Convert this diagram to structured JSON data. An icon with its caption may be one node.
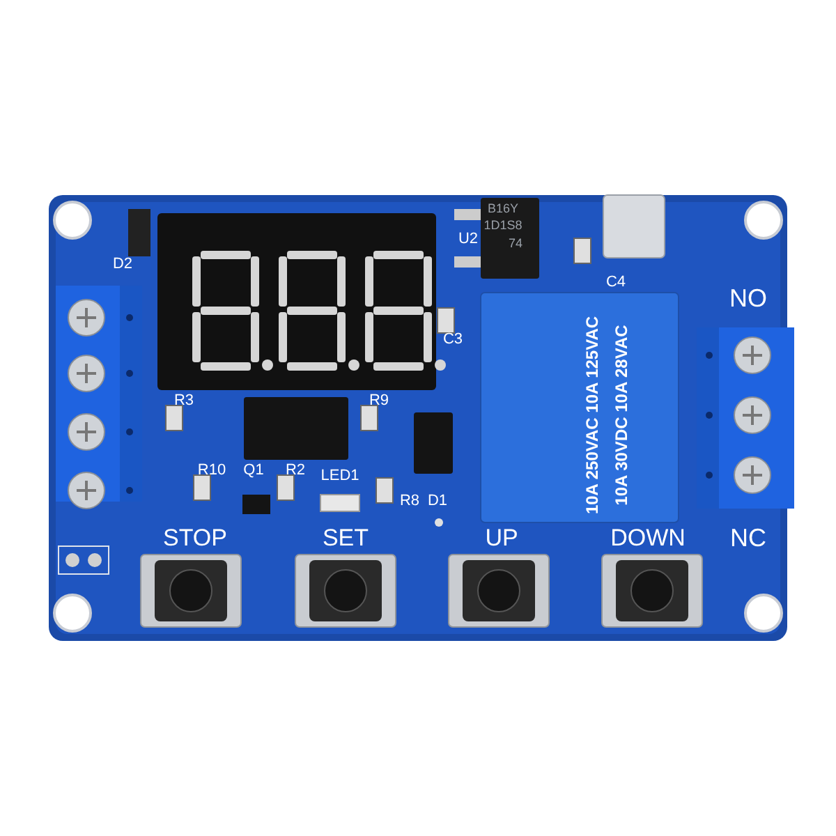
{
  "diagram": {
    "labels": [
      "D2",
      "U2",
      "B16Y",
      "1D1S8",
      "74",
      "C4",
      "C3",
      "NO",
      "R3",
      "R9",
      "10A 250VAC 10A 125VAC",
      "10A 30VDC 10A 28VAC",
      "R10",
      "Q1",
      "R2",
      "LED1",
      "R8",
      "D1",
      "STOP",
      "SET",
      "UP",
      "DOWN",
      "NC"
    ]
  }
}
